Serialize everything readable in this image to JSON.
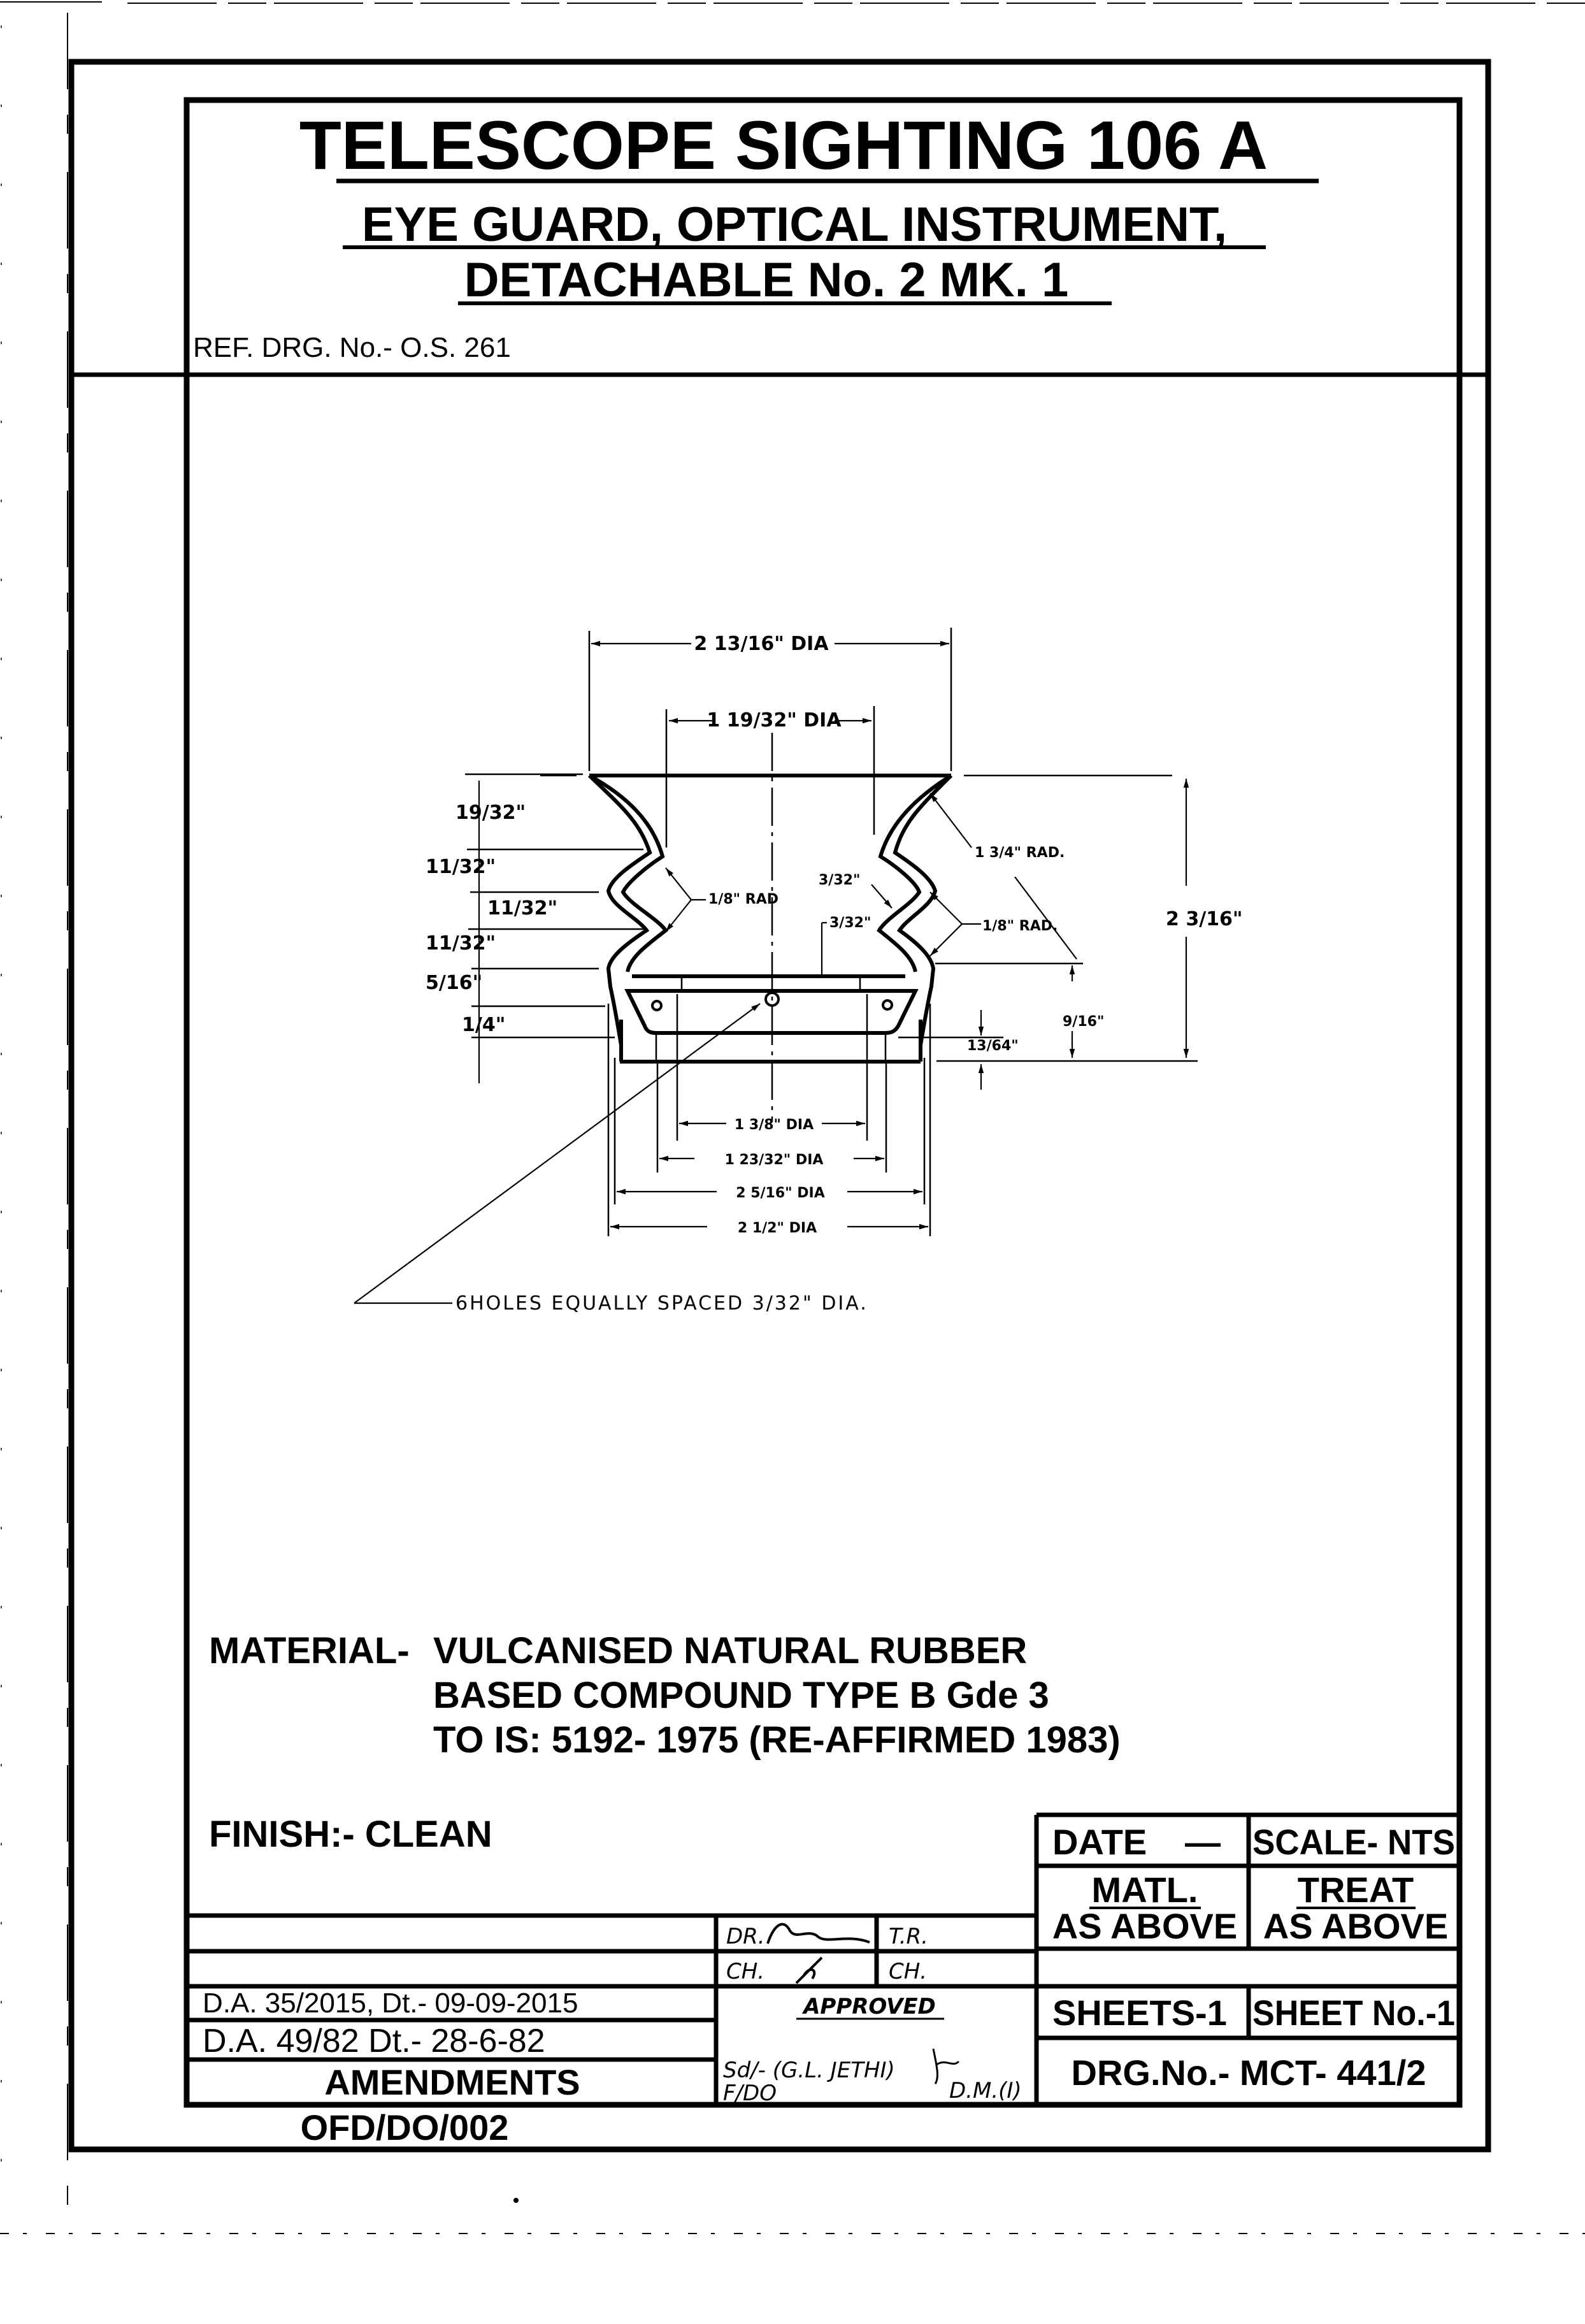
{
  "header": {
    "title": "TELESCOPE SIGHTING 106 A",
    "subtitle_line1": "EYE GUARD, OPTICAL INSTRUMENT,",
    "subtitle_line2": "DETACHABLE No. 2 MK. 1",
    "reference": "REF. DRG. No.- O.S. 261"
  },
  "drawing": {
    "dimensions": {
      "top_outer_dia": "2 13/16\" DIA",
      "top_inner_dia": "1 19/32\" DIA",
      "left_stack": [
        "19/32\"",
        "11/32\"",
        "11/32\"",
        "11/32\"",
        "5/16\"",
        "1/4\""
      ],
      "left_rad": "1/8\" RAD",
      "wall_thickness_1": "3/32\"",
      "wall_thickness_2": "3/32\"",
      "outer_rad": "1 3/4\" RAD.",
      "right_rad": "1/8\" RAD.",
      "overall_height": "2 3/16\"",
      "flange_height": "9/16\"",
      "base_offset": "13/64\"",
      "bottom_dias": [
        "1 3/8\" DIA",
        "1 23/32\" DIA",
        "2 5/16\" DIA",
        "2 1/2\" DIA"
      ],
      "holes_note": "6HOLES EQUALLY SPACED 3/32\" DIA."
    }
  },
  "notes": {
    "material_label": "MATERIAL-",
    "material_line1": "VULCANISED NATURAL RUBBER",
    "material_line2": "BASED COMPOUND TYPE B Gde 3",
    "material_line3": "TO IS: 5192- 1975 (RE-AFFIRMED 1983)",
    "finish": "FINISH:- CLEAN"
  },
  "title_block": {
    "date": "DATE",
    "date_value": "—",
    "scale": "SCALE- NTS",
    "matl_label": "MATL.",
    "matl_value": "AS ABOVE",
    "treat_label": "TREAT",
    "treat_value": "AS ABOVE",
    "sheets": "SHEETS-1",
    "sheet_no": "SHEET No.-1",
    "drawing_no": "DRG.No.- MCT- 441/2",
    "drawn": "DR.",
    "traced": "T.R.",
    "checked": "CH.",
    "checked_2": "CH.",
    "approved": "APPROVED",
    "sign_line": "Sd/- (G.L. JETHI)",
    "sign_role_left": "F/DO",
    "sign_role_right": "D.M.(I)",
    "amendments": [
      "D.A. 35/2015, Dt.- 09-09-2015",
      "D.A. 49/82 Dt.- 28-6-82"
    ],
    "amendments_label": "AMENDMENTS",
    "form_no": "OFD/DO/002"
  }
}
